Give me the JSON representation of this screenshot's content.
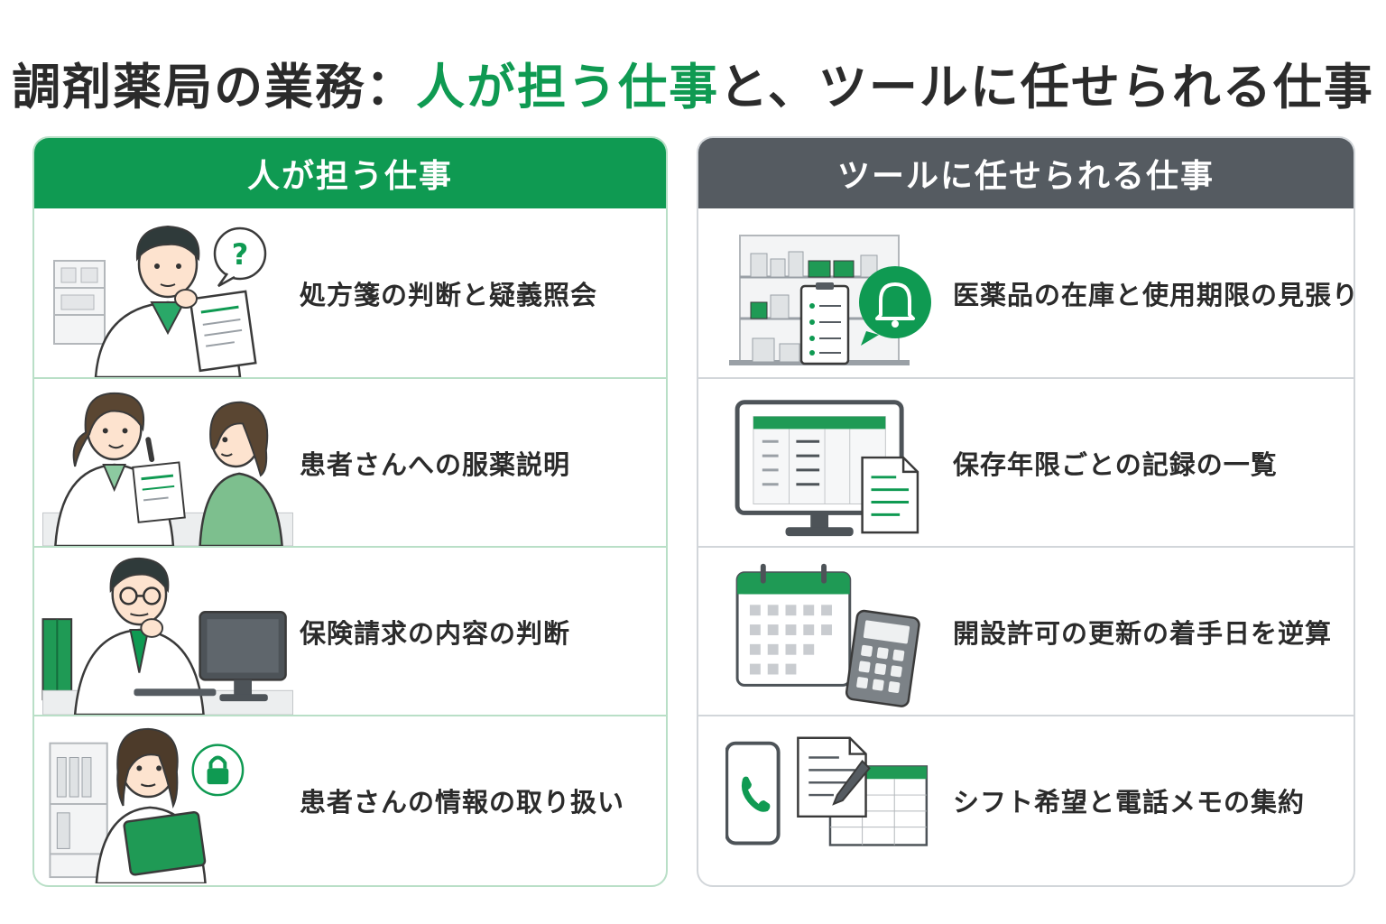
{
  "title": {
    "part1": "調剤薬局の業務：",
    "part2": "人が担う仕事",
    "part3": "と、ツールに任せられる仕事"
  },
  "left": {
    "header": "人が担う仕事",
    "items": [
      "処方箋の判断と疑義照会",
      "患者さんへの服薬説明",
      "保険請求の内容の判断",
      "患者さんの情報の取り扱い"
    ]
  },
  "right": {
    "header": "ツールに任せられる仕事",
    "items": [
      "医薬品の在庫と使用期限の見張り",
      "保存年限ごとの記録の一覧",
      "開設許可の更新の着手日を逆算",
      "シフト希望と電話メモの集約"
    ]
  },
  "icons": {
    "left": [
      "pharmacist-question-icon",
      "patient-counseling-icon",
      "pharmacist-computer-icon",
      "lock-icon"
    ],
    "right": [
      "shelf-bell-icon",
      "monitor-sheet-icon",
      "calendar-calculator-icon",
      "phone-memo-sheet-icon"
    ]
  },
  "colors": {
    "accent": "#0f9a52",
    "gray_header": "#555b61",
    "text": "#2b2b2b"
  }
}
